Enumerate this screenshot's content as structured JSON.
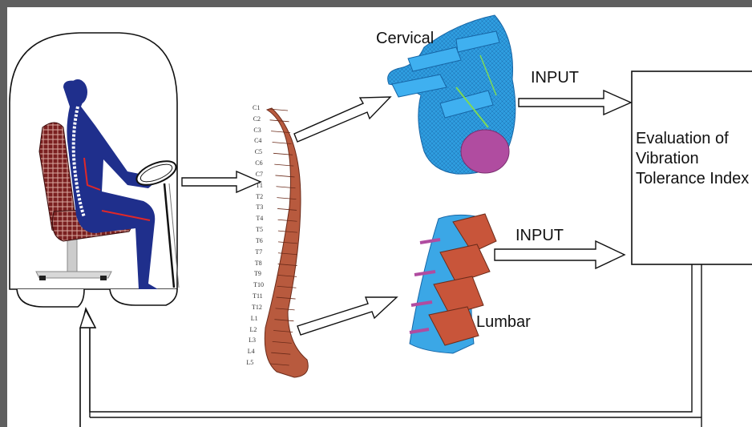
{
  "labels": {
    "cervical": "Cervical",
    "lumbar": "Lumbar",
    "input_top": "INPUT",
    "input_bottom": "INPUT",
    "evaluation_lines": [
      "Evaluation of",
      "Vibration",
      "Tolerance Index"
    ]
  },
  "vertebrae": [
    "C1",
    "C2",
    "C3",
    "C4",
    "C5",
    "C6",
    "C7",
    "T1",
    "T2",
    "T3",
    "T4",
    "T5",
    "T6",
    "T7",
    "T8",
    "T9",
    "T10",
    "T11",
    "T12",
    "L1",
    "L2",
    "L3",
    "L4",
    "L5"
  ],
  "colors": {
    "body": "#1f2f8c",
    "seat": "#7a2020",
    "spine": "#b85a3e",
    "cervical_model": "#2f9ee0",
    "disc": "#b04ca0",
    "lumbar_blue": "#3ba7e6",
    "lumbar_bone": "#c8553a"
  }
}
